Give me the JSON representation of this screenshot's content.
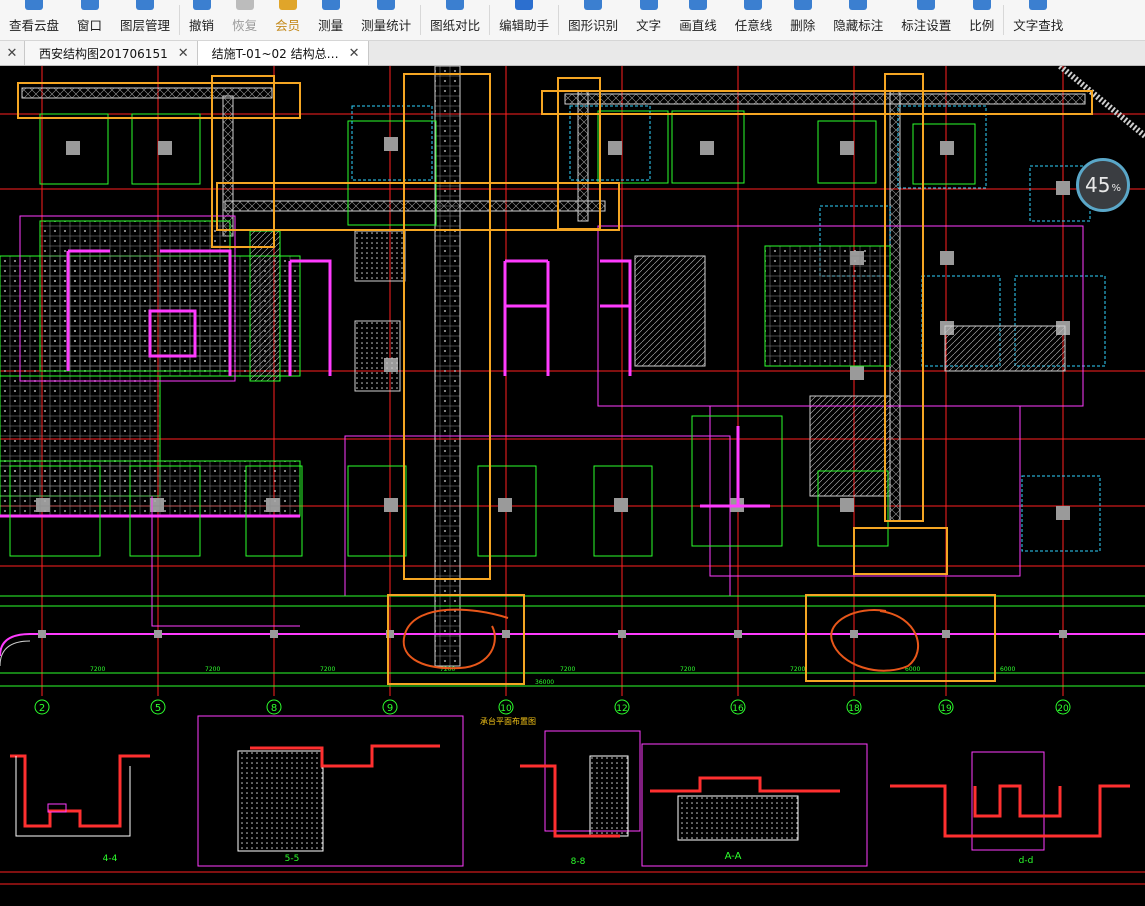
{
  "toolbar": {
    "items": [
      {
        "label": "查看云盘"
      },
      {
        "label": "窗口"
      },
      {
        "label": "图层管理"
      },
      {
        "label": "撤销"
      },
      {
        "label": "恢复"
      },
      {
        "label": "会员"
      },
      {
        "label": "测量"
      },
      {
        "label": "测量统计"
      },
      {
        "label": "图纸对比"
      },
      {
        "label": "编辑助手"
      },
      {
        "label": "图形识别"
      },
      {
        "label": "文字"
      },
      {
        "label": "画直线"
      },
      {
        "label": "任意线"
      },
      {
        "label": "删除"
      },
      {
        "label": "隐藏标注"
      },
      {
        "label": "标注设置"
      },
      {
        "label": "比例"
      },
      {
        "label": "文字查找"
      }
    ]
  },
  "tabs": [
    {
      "label": "西安结构图201706151"
    },
    {
      "label": "结施T-01~02 结构总…"
    }
  ],
  "zoom": {
    "value": "45",
    "unit": "%"
  },
  "drawing": {
    "axis_labels": [
      "2",
      "5",
      "8",
      "9",
      "10",
      "12",
      "16",
      "18",
      "19",
      "20"
    ],
    "section_labels": [
      "4-4",
      "5-5",
      "8-8",
      "A-A",
      "d-d"
    ],
    "section_title": "承台平面布置图"
  },
  "colors": {
    "highlight_box": "#f5a623",
    "annotation_circle": "#e8571a",
    "dimension_line": "#00ff00",
    "wall_magenta": "#ff3cff",
    "grid_red": "#ff2020",
    "dashed_cyan": "#2fd3ff",
    "toolbar_bg": "#f6f6f6"
  }
}
